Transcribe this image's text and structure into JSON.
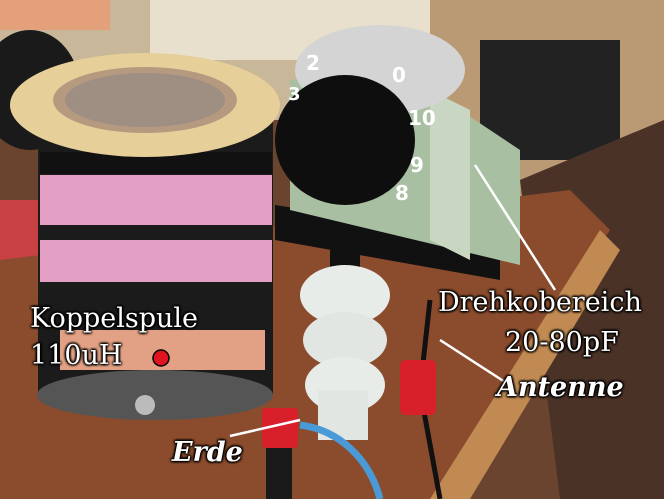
{
  "annotations": {
    "coupling_coil": "Koppelspule",
    "coupling_coil_value": "110uH",
    "variable_capacitor": "Drehkobereich",
    "variable_capacitor_range": "20-80pF",
    "antenna": "Antenne",
    "ground": "Erde"
  },
  "dial_markings": [
    "2",
    "0",
    "10",
    "9",
    "8",
    "3"
  ],
  "colors": {
    "marker_dot": "#e0141e",
    "label_text": "#ffffff",
    "terminal_red": "#d8202a",
    "capacitor_green": "#a8bfa2"
  }
}
